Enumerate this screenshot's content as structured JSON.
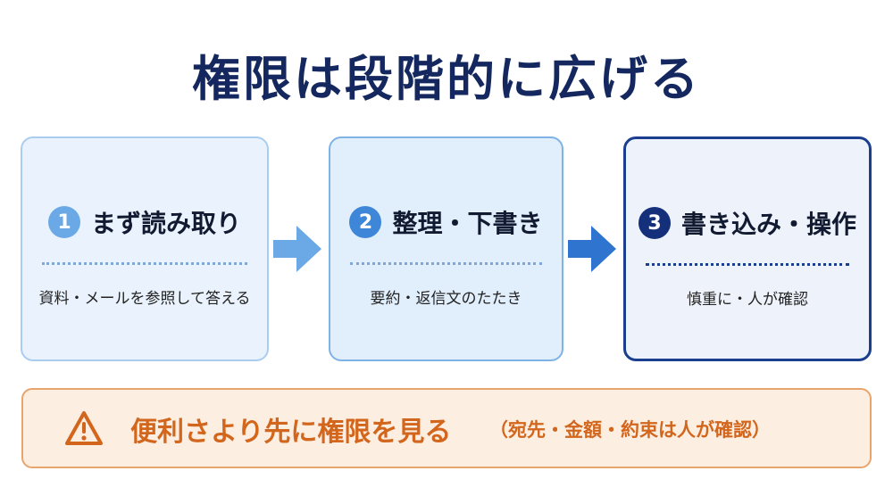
{
  "title": "権限は段階的に広げる",
  "steps": [
    {
      "number": "1",
      "title": "まず読み取り",
      "description": "資料・メールを参照して答える"
    },
    {
      "number": "2",
      "title": "整理・下書き",
      "description": "要約・返信文のたたき"
    },
    {
      "number": "3",
      "title": "書き込み・操作",
      "description": "慎重に・人が確認"
    }
  ],
  "warning": {
    "main": "便利さより先に権限を見る",
    "sub": "（宛先・金額・約束は人が確認）"
  },
  "colors": {
    "title": "#14285f",
    "step1_accent": "#6aa8e6",
    "step2_accent": "#3d86d8",
    "step3_accent": "#14307a",
    "arrow1": "#6aa8e6",
    "arrow2": "#2f74cf",
    "warning": "#d3661d"
  }
}
